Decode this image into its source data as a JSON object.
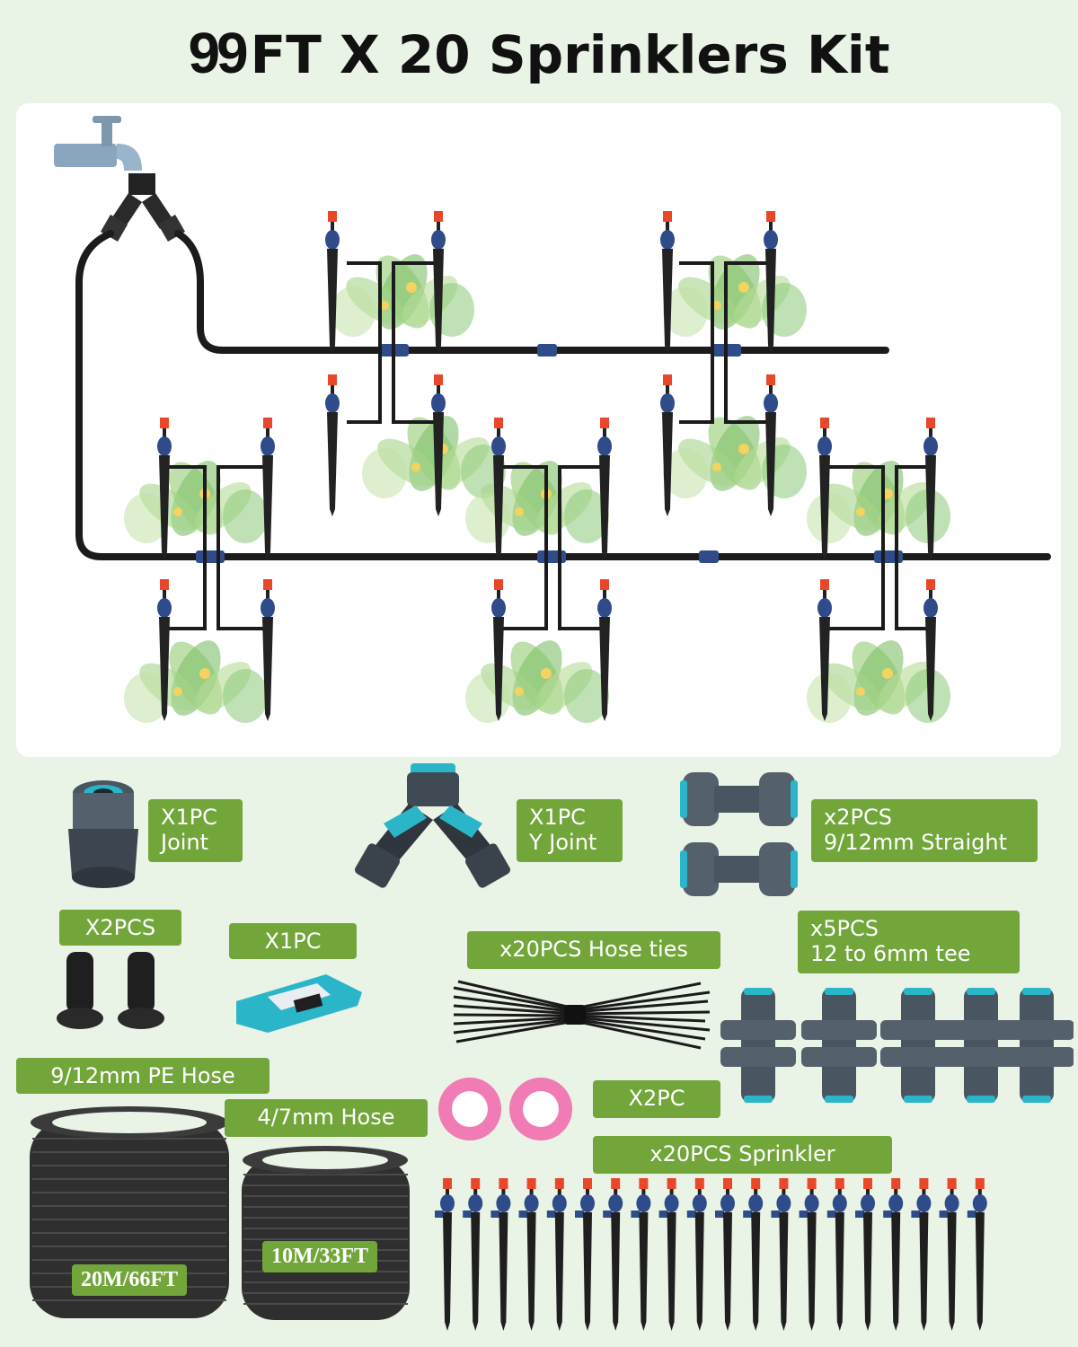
{
  "title": {
    "number": "99",
    "text": "FT X 20 Sprinklers Kit"
  },
  "colors": {
    "background": "#e9f3e6",
    "label_green": "#72a63b",
    "hose": "#1b1b1b",
    "sprinkler_cap": "#e8472a",
    "sprinkler_body": "#2f4b8a",
    "fitting": "#4a5562",
    "accent_teal": "#2bb5c9"
  },
  "icons": [
    "faucet-icon",
    "y-joint-icon",
    "sprinkler-stake-icon",
    "plant-icon",
    "hose-coil-icon",
    "cutter-icon",
    "tape-roll-icon",
    "zip-tie-icon",
    "tee-fitting-icon",
    "end-plug-icon",
    "straight-connector-icon",
    "joint-adapter-icon"
  ],
  "parts": {
    "joint": {
      "qty": "X1PC",
      "name": "Joint"
    },
    "y_joint": {
      "qty": "X1PC",
      "name": "Y Joint"
    },
    "straight": {
      "qty": "x2PCS",
      "name": "9/12mm Straight"
    },
    "plugs": {
      "qty": "X2PCS"
    },
    "cutter": {
      "qty": "X1PC"
    },
    "hose_ties": {
      "label": "x20PCS Hose ties"
    },
    "tee": {
      "qty": "x5PCS",
      "name": "12 to 6mm tee"
    },
    "pe_hose": {
      "label": "9/12mm PE Hose",
      "length": "20M/66FT"
    },
    "small_hose": {
      "label": "4/7mm Hose",
      "length": "10M/33FT"
    },
    "tape": {
      "qty": "X2PC"
    },
    "sprinkler": {
      "label": "x20PCS Sprinkler",
      "count": 20
    }
  }
}
